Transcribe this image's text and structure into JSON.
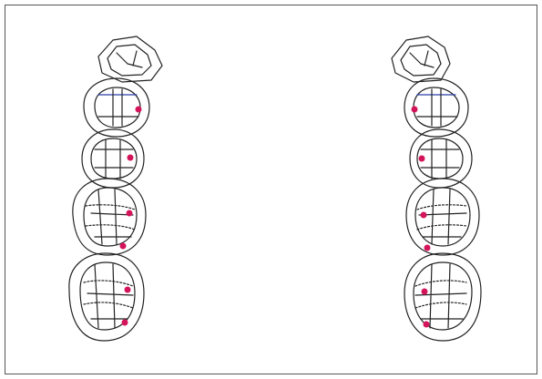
{
  "figure": {
    "background": "#ffffff",
    "frame_color": "#555555",
    "line_color": "#222222",
    "marker_color": "#d4145a",
    "accent_line_color": "#2a3fa8"
  },
  "arches": [
    {
      "side": "left",
      "teeth": [
        {
          "type": "canine-like",
          "contact_points": 0
        },
        {
          "type": "premolar",
          "contact_points": 1
        },
        {
          "type": "premolar",
          "contact_points": 1
        },
        {
          "type": "molar",
          "contact_points": 2
        },
        {
          "type": "molar",
          "contact_points": 2
        }
      ]
    },
    {
      "side": "right",
      "teeth": [
        {
          "type": "canine-like",
          "contact_points": 0
        },
        {
          "type": "premolar",
          "contact_points": 1
        },
        {
          "type": "premolar",
          "contact_points": 1
        },
        {
          "type": "molar",
          "contact_points": 2
        },
        {
          "type": "molar",
          "contact_points": 2
        }
      ]
    }
  ]
}
